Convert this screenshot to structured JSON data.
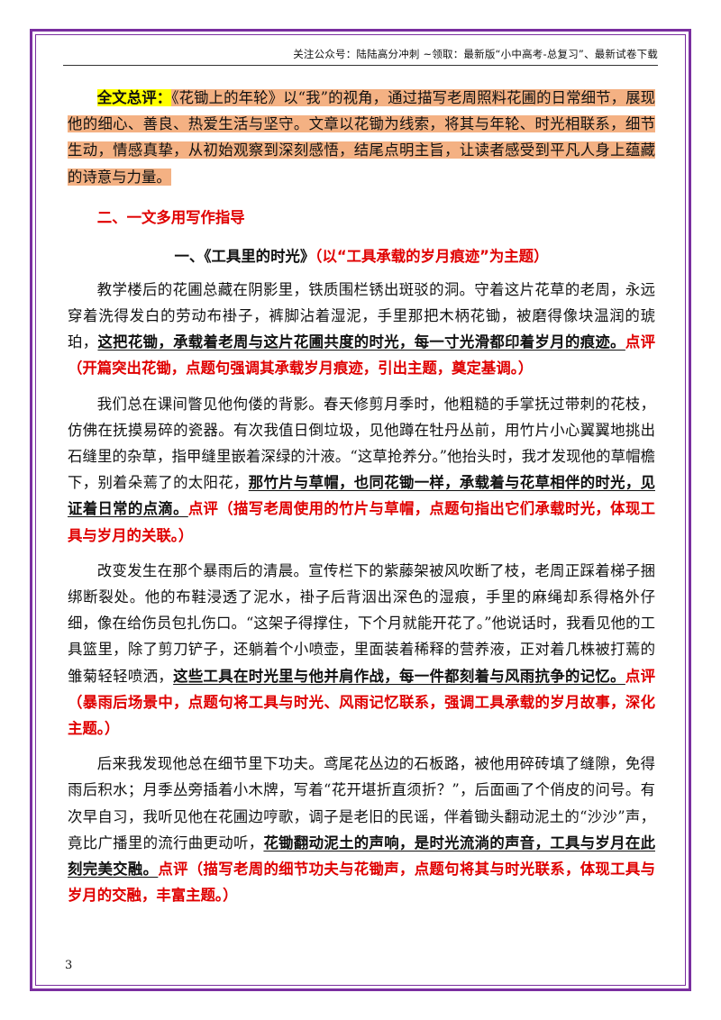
{
  "header": {
    "text": "关注公众号：陆陆高分冲刺 ~领取：最新版“小中高考-总复习”、最新试卷下载"
  },
  "summary": {
    "label": "全文总评：",
    "text": "《花锄上的年轮》以“我”的视角，通过描写老周照料花圃的日常细节，展现他的细心、善良、热爱生活与坚守。文章以花锄为线索，将其与年轮、时光相联系，细节生动，情感真挚，从初始观察到深刻感悟，结尾点明主旨，让读者感受到平凡人身上蕴藏的诗意与力量。"
  },
  "section2": {
    "heading": "二、一文多用写作指导"
  },
  "essay": {
    "title": "一、《工具里的时光》",
    "subtitle": "（以“工具承载的岁月痕迹”为主题）",
    "paragraphs": [
      {
        "text": "教学楼后的花圃总藏在阴影里，铁质围栏锈出斑驳的洞。守着这片花草的老周，永远穿着洗得发白的劳动布褂子，裤脚沾着湿泥，手里那把木柄花锄，被磨得像块温润的琥珀，",
        "key": "这把花锄，承载着老周与这片花圃共度的时光，每一寸光滑都印着岁月的痕迹。",
        "comment": "点评（开篇突出花锄，点题句强调其承载岁月痕迹，引出主题，奠定基调。）"
      },
      {
        "text": "我们总在课间瞥见他佝偻的背影。春天修剪月季时，他粗糙的手掌抚过带刺的花枝，仿佛在抚摸易碎的瓷器。有次我值日倒垃圾，见他蹲在牡丹丛前，用竹片小心翼翼地挑出石缝里的杂草，指甲缝里嵌着深绿的汁液。“这草抢养分。”他抬头时，我才发现他的草帽檐下，别着朵蔫了的太阳花，",
        "key": "那竹片与草帽，也同花锄一样，承载着与花草相伴的时光，见证着日常的点滴。",
        "comment": "点评（描写老周使用的竹片与草帽，点题句指出它们承载时光，体现工具与岁月的关联。）"
      },
      {
        "text": "改变发生在那个暴雨后的清晨。宣传栏下的紫藤架被风吹断了枝，老周正踩着梯子捆绑断裂处。他的布鞋浸透了泥水，褂子后背洇出深色的湿痕，手里的麻绳却系得格外仔细，像在给伤员包扎伤口。“这架子得撑住，下个月就能开花了。”他说话时，我看见他的工具篮里，除了剪刀铲子，还躺着个小喷壶，里面装着稀释的营养液，正对着几株被打蔫的雏菊轻轻喷洒，",
        "key": "这些工具在时光里与他并肩作战，每一件都刻着与风雨抗争的记忆。",
        "comment": "点评（暴雨后场景中，点题句将工具与时光、风雨记忆联系，强调工具承载的岁月故事，深化主题。）"
      },
      {
        "text": "后来我发现他总在细节里下功夫。鸢尾花丛边的石板路，被他用碎砖填了缝隙，免得雨后积水；月季丛旁插着小木牌，写着“花开堪折直须折？”，后面画了个俏皮的问号。有次早自习，我听见他在花圃边哼歌，调子是老旧的民谣，伴着锄头翻动泥土的“沙沙”声，竟比广播里的流行曲更动听，",
        "key": "花锄翻动泥土的声响，是时光流淌的声音，工具与岁月在此刻完美交融。",
        "comment": "点评（描写老周的细节功夫与花锄声，点题句将其与时光联系，体现工具与岁月的交融，丰富主题。）"
      }
    ]
  },
  "page": {
    "number": "3"
  }
}
